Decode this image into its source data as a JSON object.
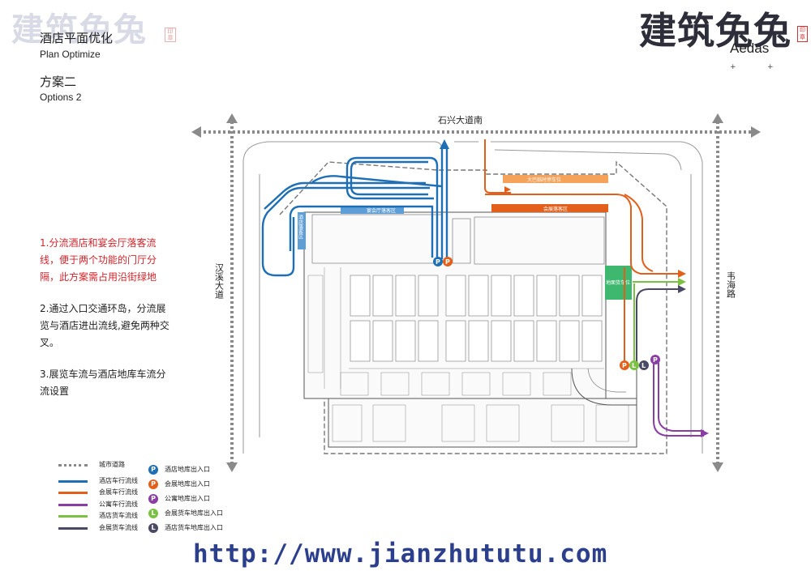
{
  "header": {
    "watermark_left": "建筑兔兔",
    "watermark_right": "建筑兔兔",
    "firm": "Aedas",
    "title_cn": "酒店平面优化",
    "title_en": "Plan Optimize",
    "option_cn": "方案二",
    "option_en": "Options 2"
  },
  "notes": {
    "n1": "1.分流酒店和宴会厅落客流线，便于两个功能的门厅分隔，此方案需占用沿街绿地",
    "n2": "2.通过入口交通环岛，分流展览与酒店进出流线,避免两种交叉。",
    "n3": "3.展览车流与酒店地库车流分流设置"
  },
  "roads": {
    "north": "石兴大道南",
    "west": "汉溪大道",
    "east": "韦海路"
  },
  "plan_labels": {
    "bus_parking": "大巴临时停车位",
    "expo_drop": "会展落客区",
    "banquet_drop": "宴会厅落客区",
    "hotel_drop": "酒店落客区",
    "loading": "地面货车位"
  },
  "legend": {
    "lines": [
      {
        "label": "城市道路",
        "color": "#888888",
        "style": "dashed"
      },
      {
        "label": "酒店车行流线",
        "color": "#1f6fb5"
      },
      {
        "label": "会展车行流线",
        "color": "#e2601c"
      },
      {
        "label": "公寓车行流线",
        "color": "#8a3ea3"
      },
      {
        "label": "酒店货车流线",
        "color": "#7cc242"
      },
      {
        "label": "会展货车流线",
        "color": "#4a4a66"
      }
    ],
    "badges": [
      {
        "letter": "P",
        "label": "酒店地库出入口",
        "color": "#1f6fb5"
      },
      {
        "letter": "P",
        "label": "会展地库出入口",
        "color": "#e2601c"
      },
      {
        "letter": "P",
        "label": "公寓地库出入口",
        "color": "#8a3ea3"
      },
      {
        "letter": "L",
        "label": "会展货车地库出入口",
        "color": "#7cc242"
      },
      {
        "letter": "L",
        "label": "酒店货车地库出入口",
        "color": "#4a4a66"
      }
    ]
  },
  "url": "http://www.jianzhututu.com"
}
